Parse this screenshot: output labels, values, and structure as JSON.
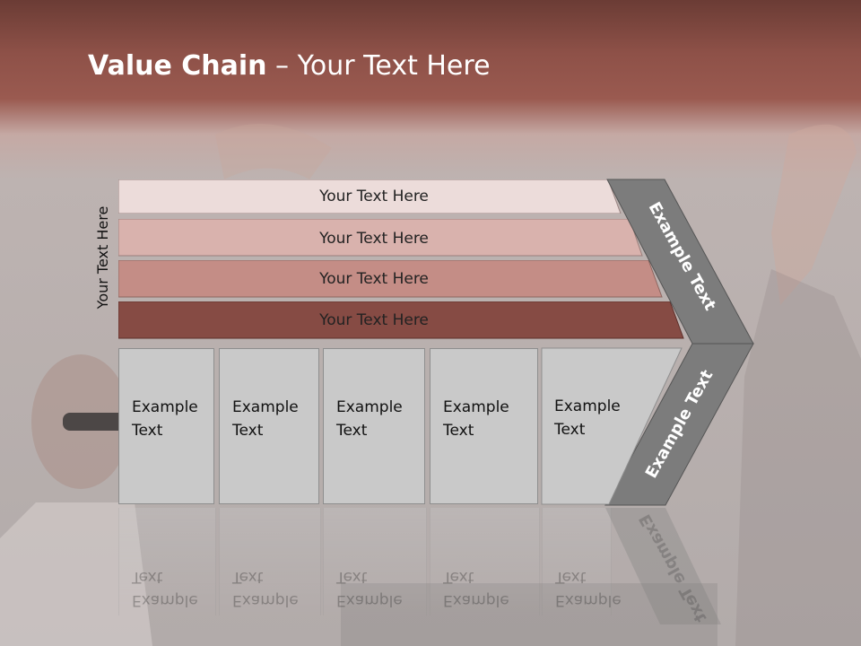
{
  "title": {
    "bold": "Value Chain",
    "rest": " – Your Text Here"
  },
  "side_label": "Your Text Here",
  "bars": [
    {
      "label": "Your Text Here",
      "color": "#ecdcda"
    },
    {
      "label": "Your Text Here",
      "color": "#d9b2ad"
    },
    {
      "label": "Your Text Here",
      "color": "#c48d86"
    },
    {
      "label": "Your Text Here",
      "color": "#864b44"
    }
  ],
  "cards": [
    {
      "text": "Example\nText"
    },
    {
      "text": "Example\nText"
    },
    {
      "text": "Example\nText"
    },
    {
      "text": "Example\nText"
    },
    {
      "text": "Example\nText"
    }
  ],
  "chevron": {
    "upper_label": "Example Text",
    "lower_label": "Example Text",
    "color": "#7c7c7c"
  }
}
